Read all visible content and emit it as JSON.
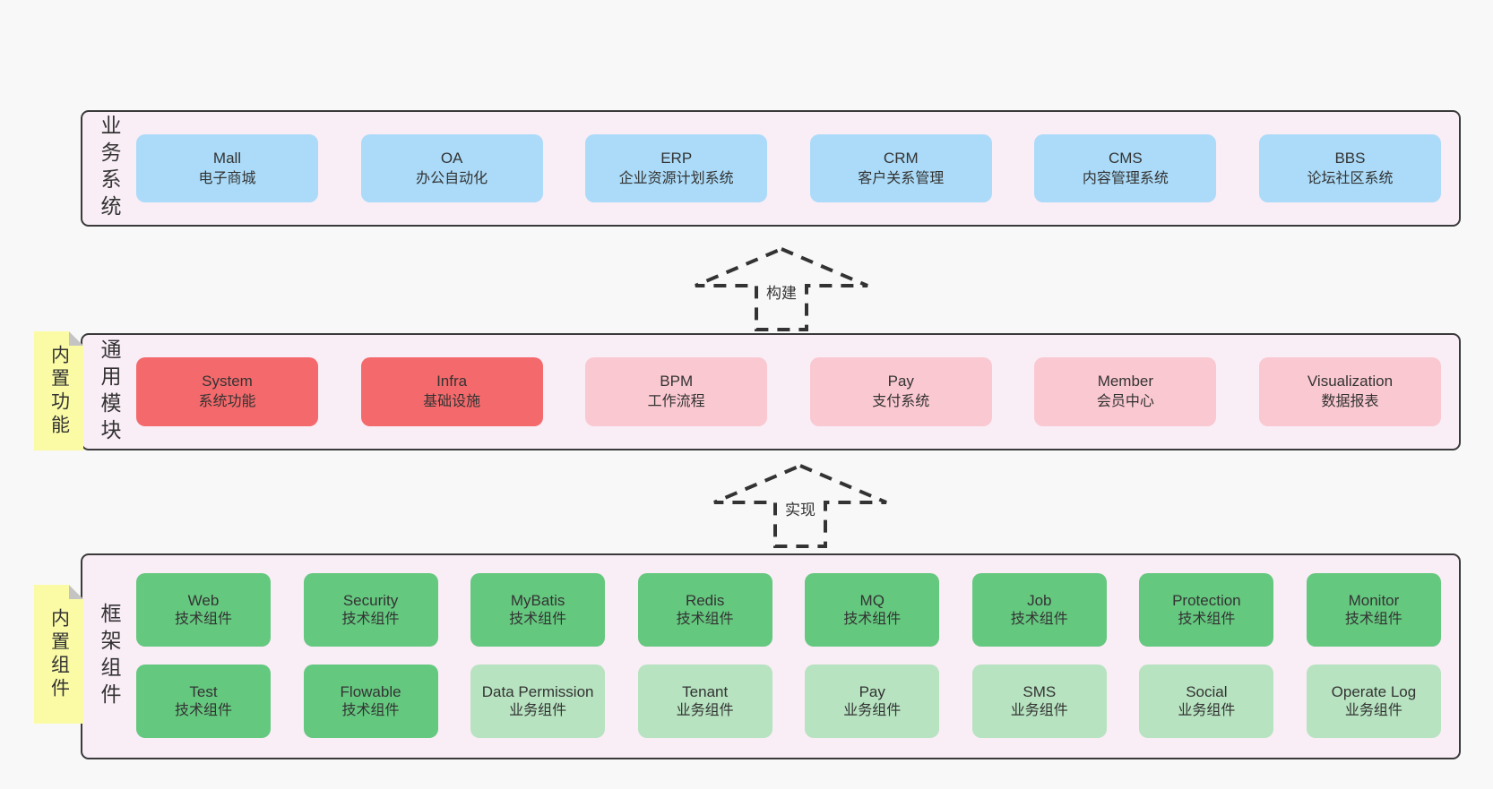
{
  "palette": {
    "page-bg": "#f8f8f8",
    "panel-bg": "#f9edf6",
    "panel-border": "#3a3a3a",
    "box-blue": "#abdbf8",
    "box-red": "#f4696b",
    "box-pink": "#fac8d0",
    "box-green": "#65c87f",
    "box-lightgreen": "#b7e3c0",
    "sticky-yellow": "#fbfba6",
    "sticky-fold": "#c4c4c4",
    "text": "#333333",
    "arrow": "#333333"
  },
  "arrows": [
    {
      "label": "构建"
    },
    {
      "label": "实现"
    }
  ],
  "sections": [
    {
      "id": "business-systems",
      "label": "业务系统",
      "boxes": [
        {
          "name": "Mall",
          "desc": "电子商城",
          "variant": "blue"
        },
        {
          "name": "OA",
          "desc": "办公自动化",
          "variant": "blue"
        },
        {
          "name": "ERP",
          "desc": "企业资源计划系统",
          "variant": "blue"
        },
        {
          "name": "CRM",
          "desc": "客户关系管理",
          "variant": "blue"
        },
        {
          "name": "CMS",
          "desc": "内容管理系统",
          "variant": "blue"
        },
        {
          "name": "BBS",
          "desc": "论坛社区系统",
          "variant": "blue"
        }
      ]
    },
    {
      "id": "common-modules",
      "label": "通用模块",
      "sticky": "内置功能",
      "boxes": [
        {
          "name": "System",
          "desc": "系统功能",
          "variant": "red"
        },
        {
          "name": "Infra",
          "desc": "基础设施",
          "variant": "red"
        },
        {
          "name": "BPM",
          "desc": "工作流程",
          "variant": "pink"
        },
        {
          "name": "Pay",
          "desc": "支付系统",
          "variant": "pink"
        },
        {
          "name": "Member",
          "desc": "会员中心",
          "variant": "pink"
        },
        {
          "name": "Visualization",
          "desc": "数据报表",
          "variant": "pink"
        }
      ]
    },
    {
      "id": "framework-components",
      "label": "框架组件",
      "sticky": "内置组件",
      "rows": [
        [
          {
            "name": "Web",
            "desc": "技术组件",
            "variant": "green"
          },
          {
            "name": "Security",
            "desc": "技术组件",
            "variant": "green"
          },
          {
            "name": "MyBatis",
            "desc": "技术组件",
            "variant": "green"
          },
          {
            "name": "Redis",
            "desc": "技术组件",
            "variant": "green"
          },
          {
            "name": "MQ",
            "desc": "技术组件",
            "variant": "green"
          },
          {
            "name": "Job",
            "desc": "技术组件",
            "variant": "green"
          },
          {
            "name": "Protection",
            "desc": "技术组件",
            "variant": "green"
          },
          {
            "name": "Monitor",
            "desc": "技术组件",
            "variant": "green"
          }
        ],
        [
          {
            "name": "Test",
            "desc": "技术组件",
            "variant": "green"
          },
          {
            "name": "Flowable",
            "desc": "技术组件",
            "variant": "green"
          },
          {
            "name": "Data Permission",
            "desc": "业务组件",
            "variant": "lightgreen"
          },
          {
            "name": "Tenant",
            "desc": "业务组件",
            "variant": "lightgreen"
          },
          {
            "name": "Pay",
            "desc": "业务组件",
            "variant": "lightgreen"
          },
          {
            "name": "SMS",
            "desc": "业务组件",
            "variant": "lightgreen"
          },
          {
            "name": "Social",
            "desc": "业务组件",
            "variant": "lightgreen"
          },
          {
            "name": "Operate Log",
            "desc": "业务组件",
            "variant": "lightgreen"
          }
        ]
      ]
    }
  ]
}
